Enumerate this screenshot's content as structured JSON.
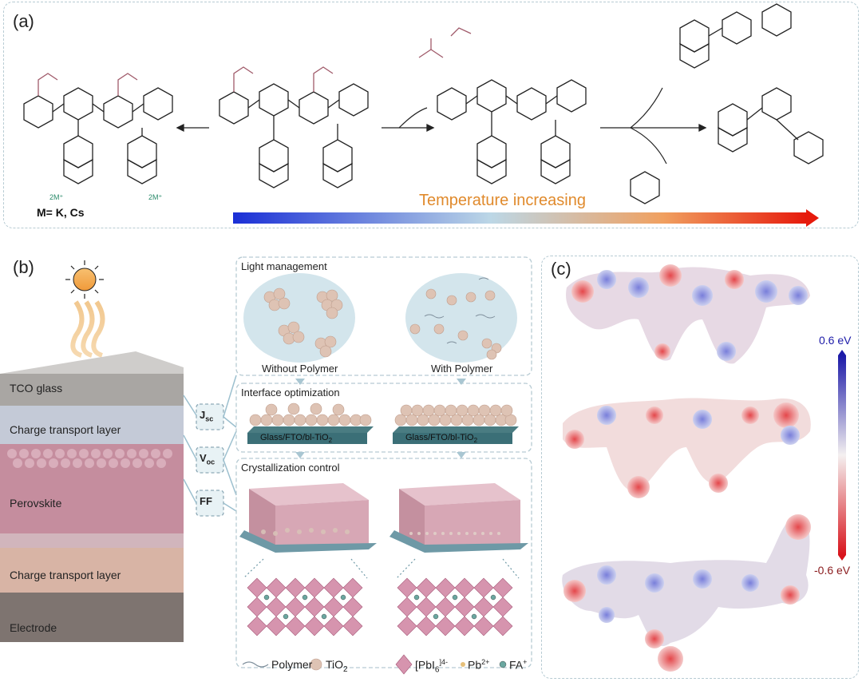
{
  "panels": {
    "a": {
      "label": "(a)",
      "metal_note": "M= K, Cs",
      "cation_left": "2M",
      "cation_right": "2M",
      "cation_sup": "+",
      "temperature_label": "Temperature increasing",
      "colors": {
        "cold": "#1a2fd6",
        "mid": "#bcd7e6",
        "hot": "#e61a0c",
        "text": "#e08a2c",
        "acetyl": "#a05a6a"
      }
    },
    "b": {
      "label": "(b)",
      "layers": [
        "TCO glass",
        "Charge transport layer",
        "Perovskite",
        "Charge transport layer",
        "Electrode"
      ],
      "params": [
        {
          "main": "J",
          "sub": "sc"
        },
        {
          "main": "V",
          "sub": "oc"
        },
        {
          "main": "FF",
          "sub": ""
        }
      ],
      "sections": [
        "Light management",
        "Interface optimization",
        "Crystallization control"
      ],
      "conditions": [
        "Without Polymer",
        "With Polymer"
      ],
      "substrate": "Glass/FTO/bl-TiO",
      "substrate_sub": "2",
      "legend": {
        "polymer": "Polymer",
        "tio2": "TiO",
        "tio2_sub": "2",
        "pbi6": "[PbI",
        "pbi6_sub": "6",
        "pbi6_sup": "]4-",
        "pb": "Pb",
        "pb_sup": "2+",
        "fa": "FA",
        "fa_sup": "+"
      }
    },
    "c": {
      "label": "(c)",
      "scale_max": "0.6 eV",
      "scale_min": "-0.6 eV",
      "colors": {
        "positive": "#1c1aa8",
        "neutral": "#f4f0f0",
        "negative": "#d8141c"
      }
    }
  }
}
